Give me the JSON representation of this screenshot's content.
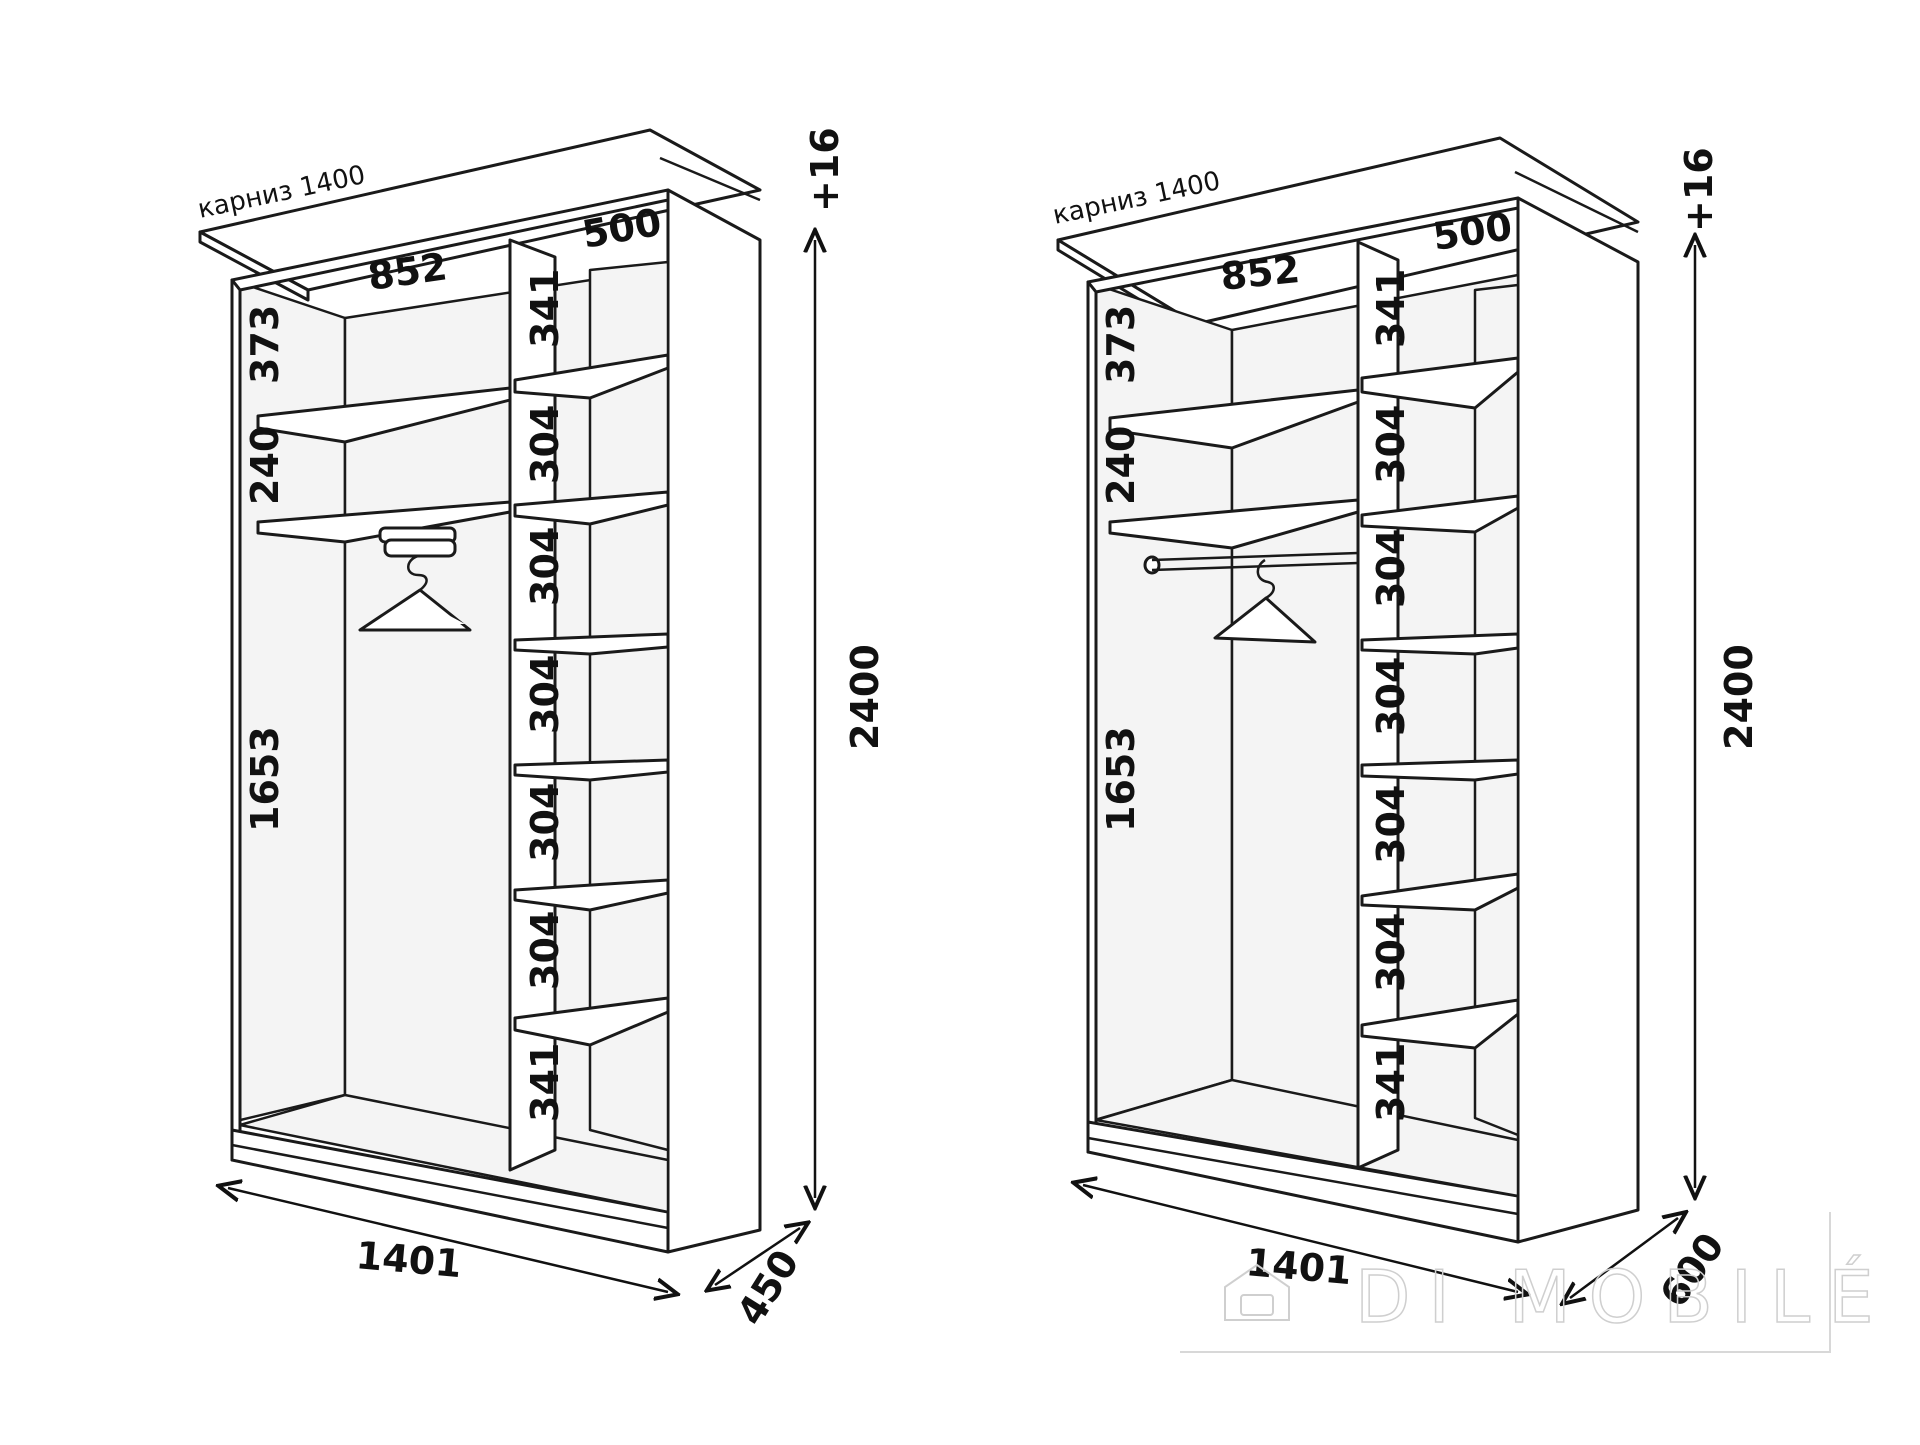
{
  "left": {
    "cornice": "карниз 1400",
    "top_width": "852",
    "top_depth": "500",
    "left_heights": [
      "373",
      "240",
      "1653"
    ],
    "shelf_heights": [
      "341",
      "304",
      "304",
      "304",
      "304",
      "304",
      "341"
    ],
    "plus": "+16",
    "height": "2400",
    "width": "1401",
    "depth": "450",
    "hanger_type": "pull-out-hanger"
  },
  "right": {
    "cornice": "карниз 1400",
    "top_width": "852",
    "top_depth": "500",
    "left_heights": [
      "373",
      "240",
      "1653"
    ],
    "shelf_heights": [
      "341",
      "304",
      "304",
      "304",
      "304",
      "304",
      "341"
    ],
    "plus": "+16",
    "height": "2400",
    "width": "1401",
    "depth": "600",
    "hanger_type": "rod"
  },
  "watermark": "DI MOBILÉ"
}
